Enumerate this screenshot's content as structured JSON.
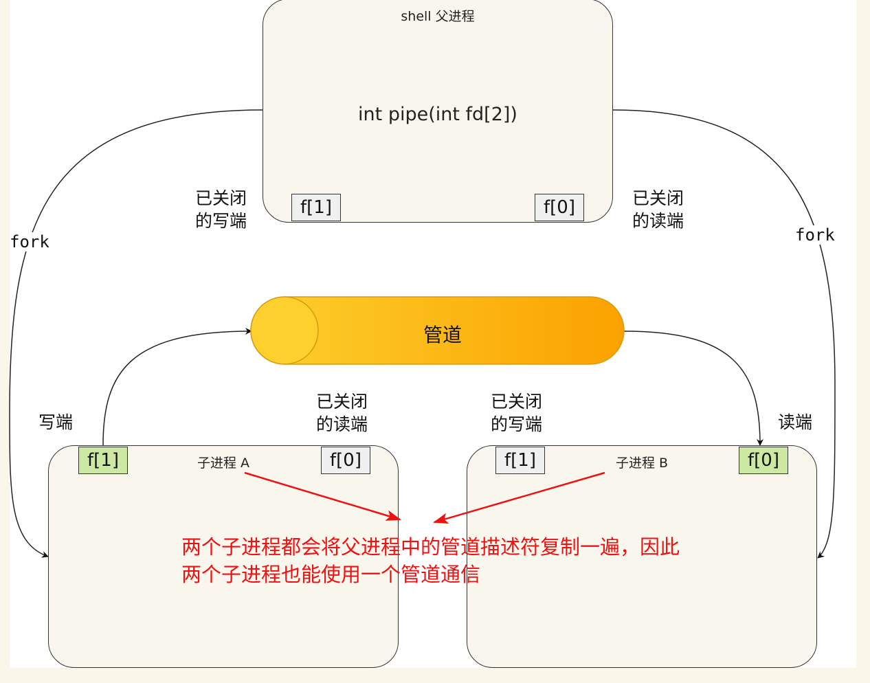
{
  "parent": {
    "title": "shell 父进程",
    "code": "int pipe(int fd[2])",
    "fd_write": "f[1]",
    "fd_read": "f[0]"
  },
  "parent_closed_write": [
    "已关闭",
    "的写端"
  ],
  "parent_closed_read": [
    "已关闭",
    "的读端"
  ],
  "fork_left": "fork",
  "fork_right": "fork",
  "pipe_label": "管道",
  "child_a": {
    "title": "子进程 A",
    "fd_write": "f[1]",
    "fd_read": "f[0]",
    "role": "写端",
    "closed": [
      "已关闭",
      "的读端"
    ]
  },
  "child_b": {
    "title": "子进程 B",
    "fd_write": "f[1]",
    "fd_read": "f[0]",
    "role": "读端",
    "closed": [
      "已关闭",
      "的写端"
    ]
  },
  "note": [
    "两个子进程都会将父进程中的管道描述符复制一遍，因此",
    "两个子进程也能使用一个管道通信"
  ],
  "colors": {
    "pipe_light": "#fdd02d",
    "pipe_dark": "#fba200",
    "fd_active": "#cde8a3",
    "fd_closed": "#f0f0f0",
    "note": "#ee1111",
    "box_fill": "#f9f7ed"
  }
}
